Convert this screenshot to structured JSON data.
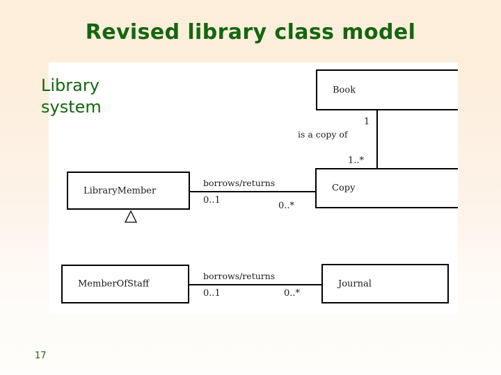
{
  "slide": {
    "title": "Revised library class model",
    "page_number": "17",
    "caption": "Library\nsystem",
    "title_color": "#14660f",
    "caption_color": "#14660f",
    "background_top_color": "#fdeedc",
    "background_bottom_color": "#fffdfb",
    "canvas_color": "#ffffff",
    "line_color": "#000000"
  },
  "diagram": {
    "type": "uml-class-diagram",
    "classes": [
      {
        "id": "book",
        "name": "Book"
      },
      {
        "id": "copy",
        "name": "Copy"
      },
      {
        "id": "library-member",
        "name": "LibraryMember"
      },
      {
        "id": "member-of-staff",
        "name": "MemberOfStaff"
      },
      {
        "id": "journal",
        "name": "Journal"
      }
    ],
    "associations": [
      {
        "id": "copy-of",
        "label": "is a copy of",
        "from": "copy",
        "to": "book",
        "from_multiplicity": "1..*",
        "to_multiplicity": "1"
      },
      {
        "id": "member-borrows-copy",
        "label": "borrows/returns",
        "from": "library-member",
        "to": "copy",
        "from_multiplicity": "0..1",
        "to_multiplicity": "0..*"
      },
      {
        "id": "staff-borrows-journal",
        "label": "borrows/returns",
        "from": "member-of-staff",
        "to": "journal",
        "from_multiplicity": "0..1",
        "to_multiplicity": "0..*"
      }
    ],
    "generalizations": [
      {
        "id": "staff-is-member",
        "child": "member-of-staff",
        "parent": "library-member"
      }
    ]
  }
}
